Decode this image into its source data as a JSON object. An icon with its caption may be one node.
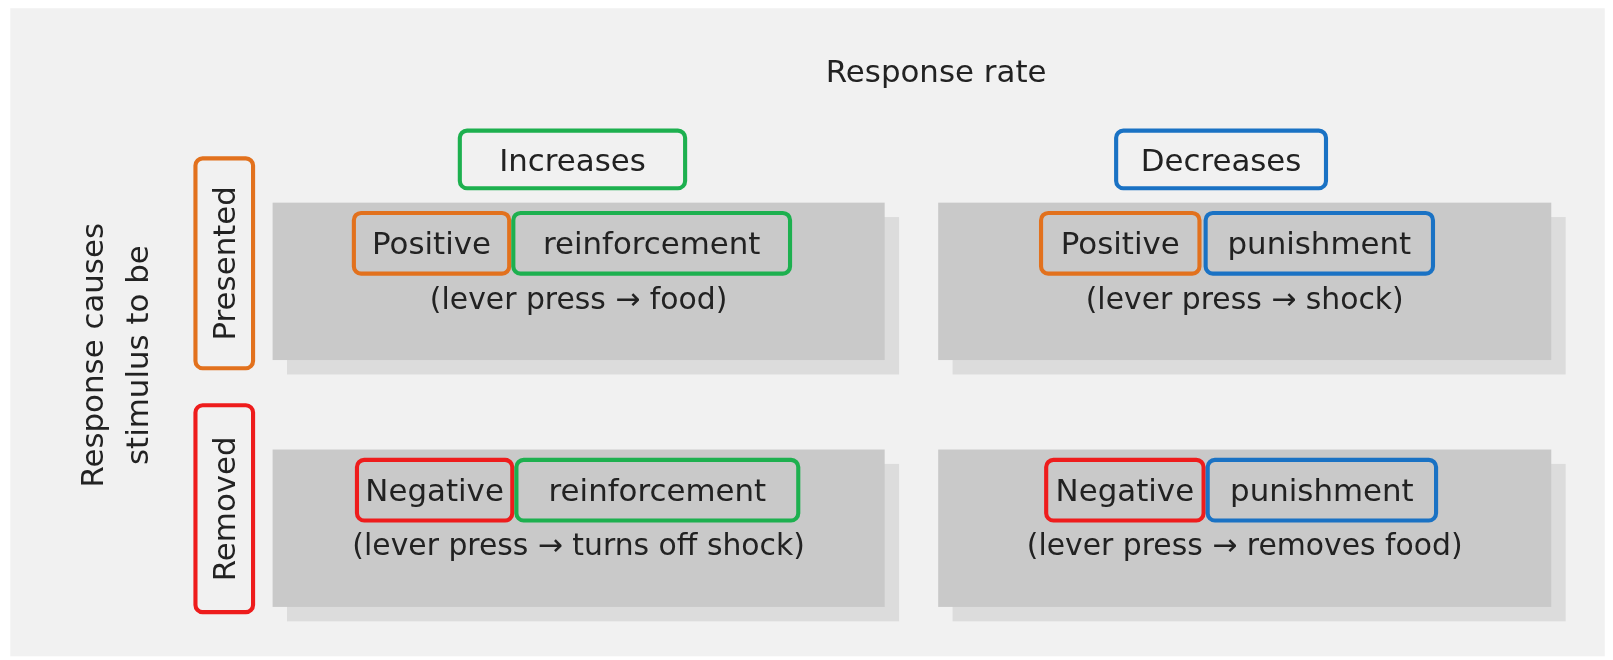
{
  "diagram": {
    "nodes": [
      {
        "text": [
          "Increases"
        ]
      },
      {
        "text": [
          "Decreases"
        ]
      },
      {
        "text": [
          "Presented"
        ]
      },
      {
        "text": [
          "(lever press → food)"
        ]
      },
      {
        "text": [
          "Positive"
        ],
        "in": 3
      },
      {
        "text": [
          "reinforcement"
        ],
        "in": 3
      },
      {
        "text": [
          "(lever press → shock)"
        ]
      },
      {
        "text": [
          "Positive"
        ],
        "in": 6
      },
      {
        "text": [
          "punishment"
        ],
        "in": 6
      },
      {
        "text": [
          "Removed"
        ]
      },
      {
        "text": [
          "(lever press → turns off shock)"
        ]
      },
      {
        "text": [
          "Negative"
        ],
        "in": 10
      },
      {
        "text": [
          "reinforcement"
        ],
        "in": 10
      },
      {
        "text": [
          "(lever press → removes food)"
        ]
      },
      {
        "text": [
          "Negative"
        ],
        "in": 13
      },
      {
        "text": [
          "punishment"
        ],
        "in": 13
      }
    ],
    "labels": [
      "Response rate",
      "Response causes stimulus to be"
    ]
  }
}
